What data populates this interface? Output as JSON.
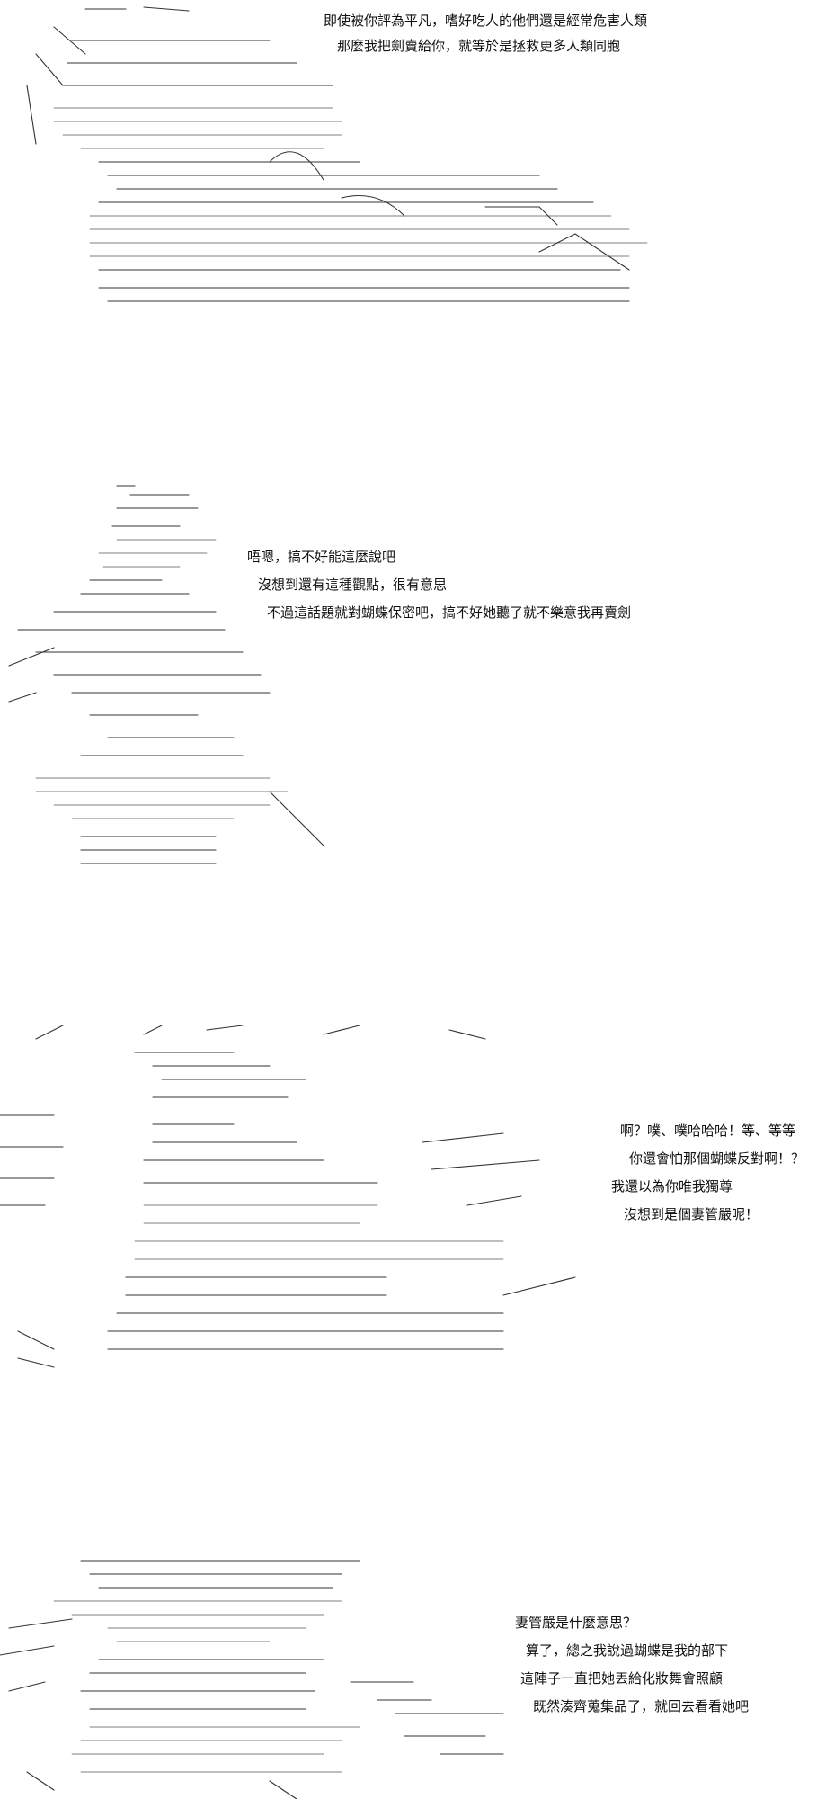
{
  "panels": [
    {
      "lines": [
        "即使被你評為平凡，嗜好吃人的他們還是經常危害人類",
        "那麼我把劍賣給你，就等於是拯救更多人類同胞"
      ]
    },
    {
      "lines": [
        "唔嗯，搞不好能這麼說吧",
        "沒想到還有這種觀點，很有意思",
        "不過這話題就對蝴蝶保密吧，搞不好她聽了就不樂意我再賣劍"
      ]
    },
    {
      "lines": [
        "啊？噗、噗哈哈哈！等、等等",
        "你還會怕那個蝴蝶反對啊！？",
        "我還以為你唯我獨尊",
        "沒想到是個妻管嚴呢！"
      ]
    },
    {
      "lines": [
        "妻管嚴是什麼意思？",
        "算了，總之我說過蝴蝶是我的部下",
        "這陣子一直把她丟給化妝舞會照顧",
        "既然湊齊蒐集品了，就回去看看她吧"
      ]
    }
  ]
}
